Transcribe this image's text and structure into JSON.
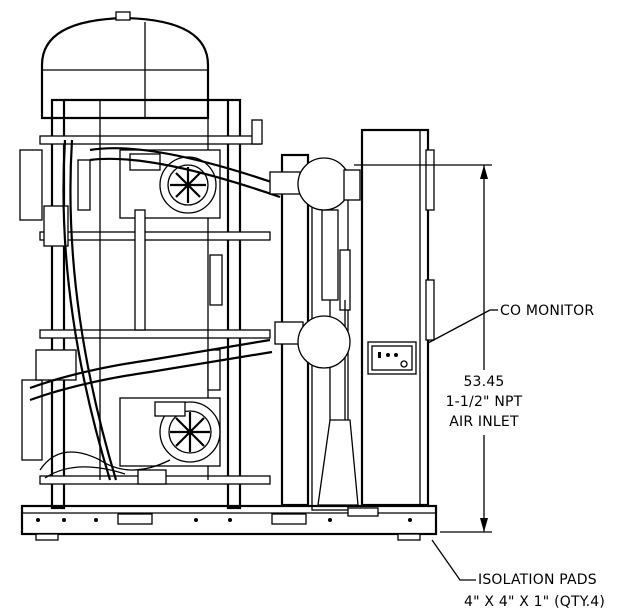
{
  "drawing": {
    "callouts": {
      "co_monitor": "CO MONITOR",
      "dimension_value": "53.45",
      "inlet_line1": "1-1/2\" NPT",
      "inlet_line2": "AIR INLET",
      "isolation_line1": "ISOLATION PADS",
      "isolation_line2": "4\" X 4\" X 1\" (QTY.4)"
    },
    "colors": {
      "line": "#000000",
      "background": "#ffffff"
    }
  }
}
